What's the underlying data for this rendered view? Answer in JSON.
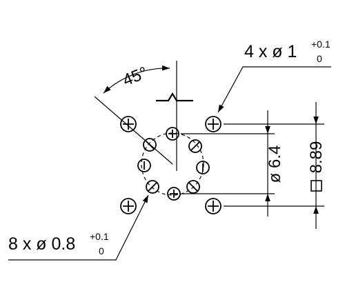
{
  "labels": {
    "angle": "45°",
    "large_holes": {
      "main": "4 x ø 1",
      "tol_upper": "+0.1",
      "tol_lower": "0"
    },
    "small_holes": {
      "main": "8 x ø 0.8",
      "tol_upper": "+0.1",
      "tol_lower": "0"
    },
    "circle_diameter": "ø 6.4",
    "hole_spacing": "8.89"
  }
}
